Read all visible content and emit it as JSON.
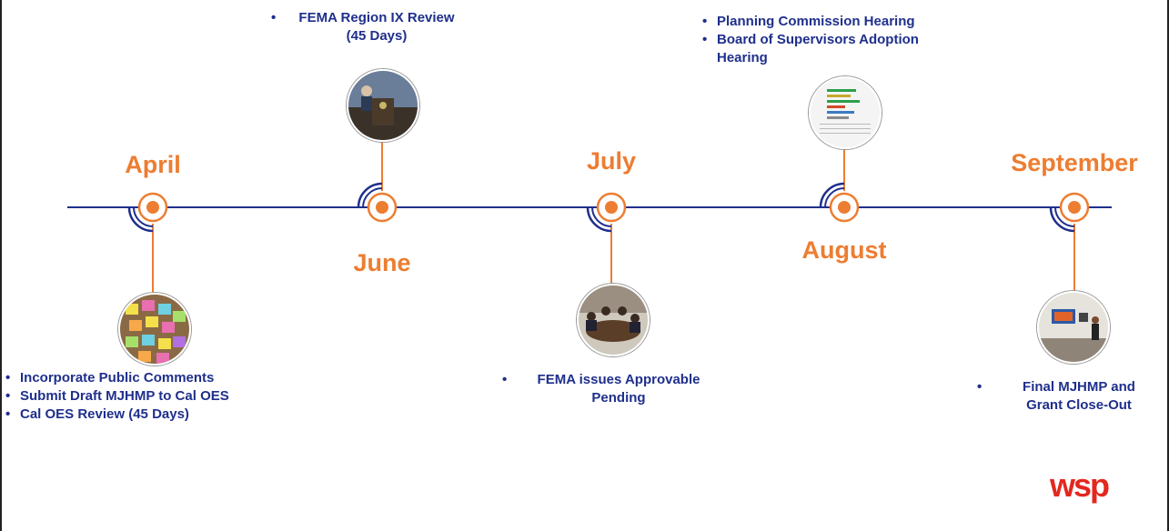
{
  "colors": {
    "accent": "#ED7D31",
    "text": "#1F2F8C",
    "line": "#1F2F8C"
  },
  "months": {
    "april": "April",
    "june": "June",
    "july": "July",
    "august": "August",
    "september": "September"
  },
  "notes": {
    "june": [
      "FEMA Region IX Review",
      "(45 Days)"
    ],
    "august": [
      "Planning Commission Hearing",
      "Board of Supervisors Adoption",
      "Hearing"
    ],
    "april": [
      "Incorporate Public Comments",
      "Submit Draft MJHMP to Cal OES",
      "Cal OES Review (45 Days)"
    ],
    "july": [
      "FEMA issues Approvable",
      "Pending"
    ],
    "september": [
      "Final MJHMP and",
      "Grant Close-Out"
    ]
  },
  "bullet": "•",
  "logo": "wsp"
}
